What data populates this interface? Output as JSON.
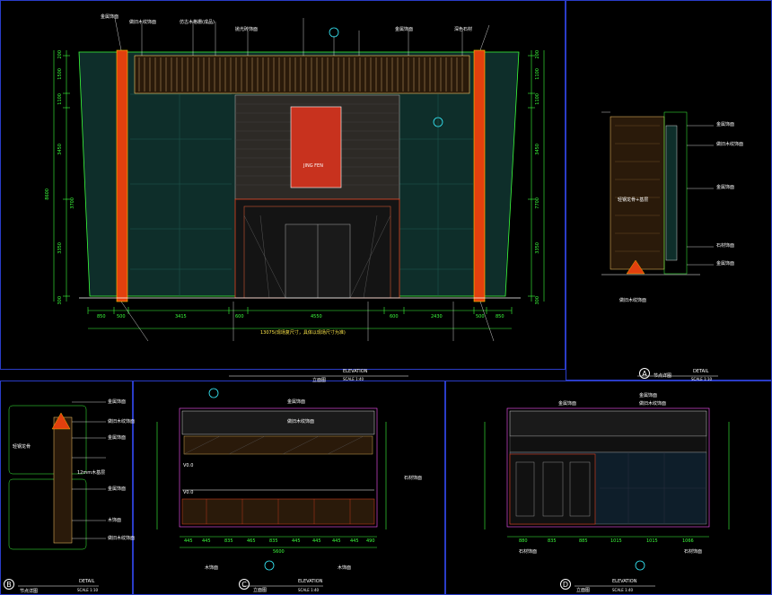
{
  "main_elevation": {
    "logo_text": "JING FEN",
    "dims_horizontal": [
      "850",
      "500",
      "3415",
      "600",
      "4550",
      "600",
      "2430",
      "500",
      "850"
    ],
    "dims_left": [
      "200",
      "1500",
      "1100",
      "3450",
      "3700",
      "3350",
      "300"
    ],
    "dims_right": [
      "200",
      "1100",
      "1100",
      "3450",
      "7700",
      "3350",
      "300"
    ],
    "total_height_left": "8600",
    "bottom_note": "13075(现场复尺寸，具体以现场尺寸为准)",
    "title": "ELEVATION",
    "title_cn": "立面图",
    "scale": "SCALE 1:40",
    "materials": [
      "金属饰面",
      "做旧木纹饰面",
      "仿古木格栅(成品)",
      "抛光砖饰面",
      "金属饰面",
      "深色石材"
    ]
  },
  "detail_a": {
    "letter": "A",
    "title": "DETAIL",
    "title_cn": "节点详图",
    "scale": "SCALE 1:10",
    "notes": [
      "金属饰面",
      "做旧木纹饰面",
      "轻钢龙骨+基层",
      "金属饰面",
      "石材饰面",
      "金属饰面",
      "做旧木纹饰面"
    ]
  },
  "detail_b": {
    "letter": "B",
    "title": "DETAIL",
    "title_cn": "节点详图",
    "scale": "SCALE 1:10",
    "notes": [
      "金属饰面",
      "做旧木纹饰面",
      "轻钢龙骨",
      "金属饰面",
      "12mm木基层",
      "金属饰面",
      "木饰面",
      "做旧木纹饰面"
    ]
  },
  "elevation_c": {
    "letter": "C",
    "title": "ELEVATION",
    "title_cn": "立面图",
    "scale": "SCALE 1:40",
    "dims_horizontal": [
      "445",
      "445",
      "835",
      "465",
      "835",
      "445",
      "445",
      "445",
      "445",
      "490"
    ],
    "total": "5600",
    "level_labels": [
      "V0.0",
      "V0.0"
    ],
    "notes": [
      "金属饰面",
      "做旧木纹饰面",
      "石材饰面",
      "木饰面",
      "木饰面"
    ]
  },
  "elevation_d": {
    "letter": "D",
    "title": "ELEVATION",
    "title_cn": "立面图",
    "scale": "SCALE 1:40",
    "dims_horizontal": [
      "880",
      "835",
      "885",
      "1015",
      "1015",
      "1066"
    ],
    "notes": [
      "金属饰面",
      "做旧木纹饰面",
      "金属饰面",
      "石材饰面",
      "石材饰面"
    ]
  },
  "colors": {
    "background": "#000000",
    "frame": "#2a3cc8",
    "wall_fill": "#0e2e2a",
    "pillar": "#e2400e",
    "dimension": "#3cff3c",
    "logo_panel": "#c8321e"
  }
}
